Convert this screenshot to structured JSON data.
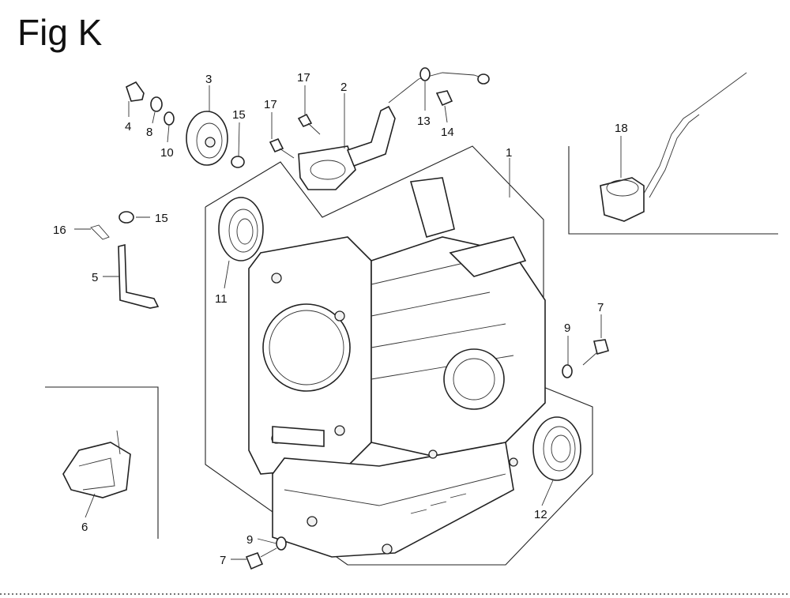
{
  "figure": {
    "title": "Fig K"
  },
  "callouts": {
    "c1": "1",
    "c2": "2",
    "c3": "3",
    "c4": "4",
    "c5": "5",
    "c6": "6",
    "c7a": "7",
    "c7b": "7",
    "c8": "8",
    "c9a": "9",
    "c9b": "9",
    "c10": "10",
    "c11": "11",
    "c12": "12",
    "c13": "13",
    "c14": "14",
    "c15a": "15",
    "c15b": "15",
    "c16": "16",
    "c17a": "17",
    "c17b": "17",
    "c18": "18"
  }
}
